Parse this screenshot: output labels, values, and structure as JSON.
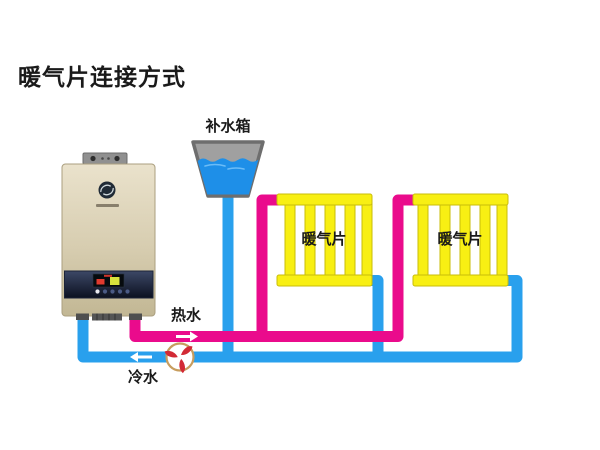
{
  "title": "暖气片连接方式",
  "diagram": {
    "tank_label": "补水箱",
    "radiators": [
      {
        "label": "暖气片"
      },
      {
        "label": "暖气片"
      }
    ],
    "hot_water_label": "热水",
    "cold_water_label": "冷水"
  },
  "icons": {
    "pump": "fan-pump-icon",
    "hot_flow_arrow": "arrow-right-icon",
    "cold_flow_arrow": "arrow-left-icon"
  },
  "colors": {
    "background": "#ffffff",
    "text": "#1a1a1a",
    "hot_pipe": "#ea0b8c",
    "cold_pipe": "#29a0ed",
    "radiator_fill": "#f8ef13",
    "radiator_border": "#c9bd0a",
    "tank_body": "#a0a0a0",
    "tank_border": "#6e6e6e",
    "tank_water": "#1e8fe8",
    "boiler_border": "#ab9f7f",
    "bracket": "#909090",
    "panel_dark": "#0c1120",
    "pump_ring": "#c79d5e",
    "pump_blades": "#d22a35"
  }
}
